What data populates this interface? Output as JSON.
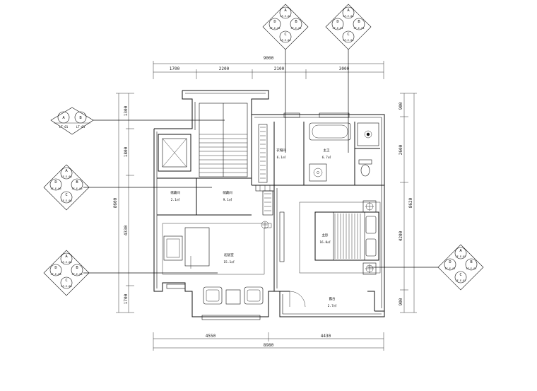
{
  "dimensions": {
    "top_total": "9000",
    "top_segments": [
      "1700",
      "2200",
      "2100",
      "3000"
    ],
    "bottom_total": "8980",
    "bottom_segments": [
      "4550",
      "4430"
    ],
    "left_total": "8600",
    "left_segments": [
      "1300",
      "1800",
      "4330",
      "1700"
    ],
    "right_total": "8620",
    "right_segments": [
      "900",
      "2600",
      "4200",
      "900"
    ]
  },
  "rooms": [
    {
      "name": "衣帽间",
      "area": "6.1㎡"
    },
    {
      "name": "主卫",
      "area": "6.7㎡"
    },
    {
      "name": "储藏间",
      "area": "2.1㎡"
    },
    {
      "name": "储藏间",
      "area": "9.1㎡"
    },
    {
      "name": "起居室",
      "area": "15.1㎡"
    },
    {
      "name": "主卧",
      "area": "16.0㎡"
    },
    {
      "name": "露台",
      "area": "2.7㎡"
    }
  ],
  "tags": {
    "left_top": {
      "a": "A",
      "b": "B",
      "a_ref": "LT-01",
      "b_ref": "LT-01"
    },
    "left_mid": {
      "a": "A",
      "b": "B",
      "c": "C",
      "d": "D",
      "a_ref": "3F-E-06",
      "b_ref": "3F-E-06",
      "c_ref": "3F-E-06",
      "d_ref": "3F-E-06"
    },
    "left_low": {
      "a": "A",
      "b": "B",
      "c": "C",
      "d": "D",
      "a_ref": "3F-E-08",
      "b_ref": "3F-E-08",
      "c_ref": "3F-E-08",
      "d_ref": "3F-E-08"
    },
    "top_left": {
      "a": "A",
      "b": "B",
      "c": "C",
      "d": "D",
      "a_ref": "3F-E-02",
      "b_ref": "3F-E-02",
      "c_ref": "3F-E-02",
      "d_ref": "3F-E-02"
    },
    "top_right": {
      "a": "A",
      "b": "B",
      "c": "C",
      "d": "D",
      "a_ref": "3F-E-04",
      "b_ref": "3F-E-04",
      "c_ref": "3F-E-04",
      "d_ref": "3F-E-04"
    },
    "right": {
      "a": "A",
      "b": "B",
      "c": "C",
      "d": "D",
      "a_ref": "3F-E-07",
      "b_ref": "3F-E-07",
      "c_ref": "3F-E-07",
      "d_ref": "3F-E-07"
    }
  }
}
